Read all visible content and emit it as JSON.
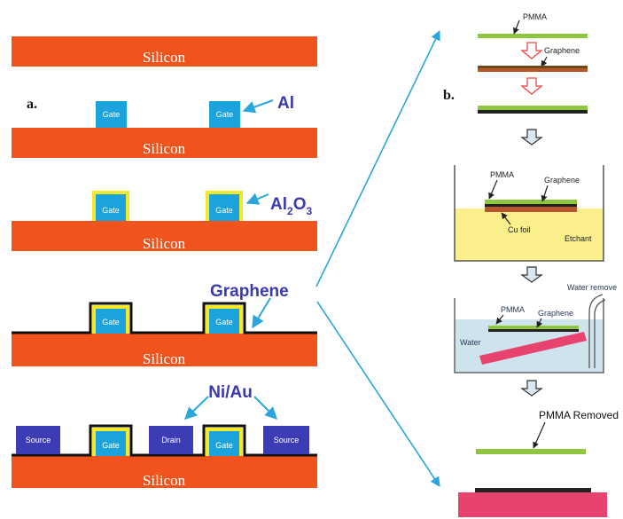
{
  "panel_a": {
    "label": "a.",
    "substrate": "Silicon",
    "gate": "Gate",
    "source": "Source",
    "drain": "Drain",
    "al": "Al",
    "al2o3": {
      "main1": "Al",
      "sub1": "2",
      "main2": "O",
      "sub2": "3"
    },
    "graphene": "Graphene",
    "contacts": "Ni/Au"
  },
  "panel_b": {
    "label": "b.",
    "pmma": "PMMA",
    "graphene": "Graphene",
    "cu_foil": "Cu foil",
    "etchant": "Etchant",
    "water": "Water",
    "water_remove": "Water remove",
    "pmma_removed": "PMMA Removed"
  },
  "colors": {
    "silicon": "#f0531c",
    "gate": "#1aa3dc",
    "oxide": "#f5e829",
    "contact": "#3c3cb4",
    "arrow_blue": "#2aa6dd",
    "label_blue": "#3a3ab0",
    "pmma_green": "#8ec63f",
    "copper": "#b6562a",
    "etchant_yellow": "#fbef8c",
    "water_blue": "#cfe3ec",
    "substrate_pink": "#e8436e"
  }
}
